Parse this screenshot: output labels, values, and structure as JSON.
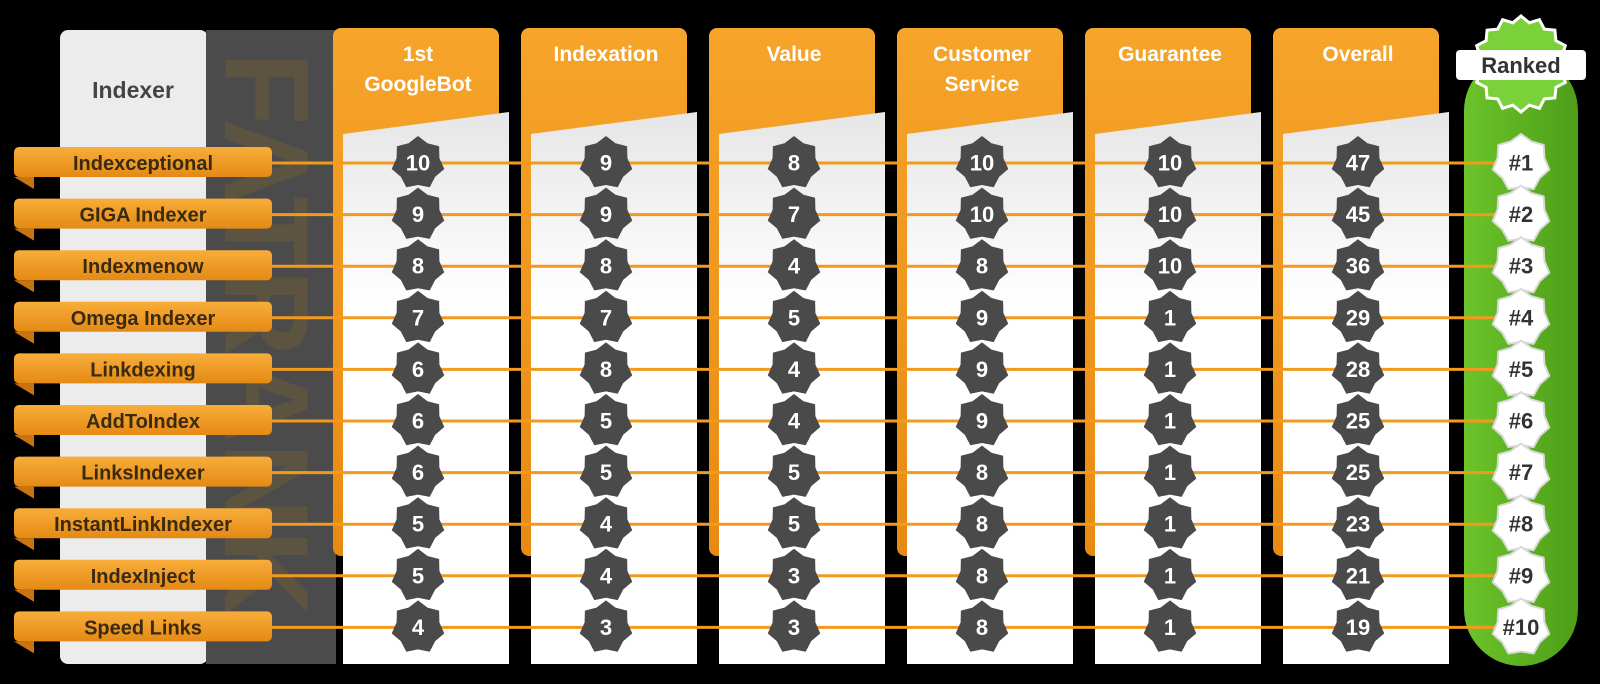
{
  "chart_data": {
    "type": "table",
    "row_header": "Indexer",
    "rank_header": "Ranked",
    "watermark": "FATRANK",
    "columns": [
      "1st\nGoogleBot",
      "Indexation",
      "Value",
      "Customer\nService",
      "Guarantee",
      "Overall"
    ],
    "rows": [
      {
        "name": "Indexceptional",
        "scores": [
          10,
          9,
          8,
          10,
          10,
          47
        ],
        "rank": "#1"
      },
      {
        "name": "GIGA Indexer",
        "scores": [
          9,
          9,
          7,
          10,
          10,
          45
        ],
        "rank": "#2"
      },
      {
        "name": "Indexmenow",
        "scores": [
          8,
          8,
          4,
          8,
          10,
          36
        ],
        "rank": "#3"
      },
      {
        "name": "Omega Indexer",
        "scores": [
          7,
          7,
          5,
          9,
          1,
          29
        ],
        "rank": "#4"
      },
      {
        "name": "Linkdexing",
        "scores": [
          6,
          8,
          4,
          9,
          1,
          28
        ],
        "rank": "#5"
      },
      {
        "name": "AddToIndex",
        "scores": [
          6,
          5,
          4,
          9,
          1,
          25
        ],
        "rank": "#6"
      },
      {
        "name": "LinksIndexer",
        "scores": [
          6,
          5,
          5,
          8,
          1,
          25
        ],
        "rank": "#7"
      },
      {
        "name": "InstantLinkIndexer",
        "scores": [
          5,
          4,
          5,
          8,
          1,
          23
        ],
        "rank": "#8"
      },
      {
        "name": "IndexInject",
        "scores": [
          5,
          4,
          3,
          8,
          1,
          21
        ],
        "rank": "#9"
      },
      {
        "name": "Speed Links",
        "scores": [
          4,
          3,
          3,
          8,
          1,
          19
        ],
        "rank": "#10"
      }
    ],
    "colors": {
      "orange": "#f39a1e",
      "orange_dark": "#c97410",
      "badge": "#4a4a4a",
      "green": "#5db420",
      "panel": "#f2f2f2"
    }
  }
}
